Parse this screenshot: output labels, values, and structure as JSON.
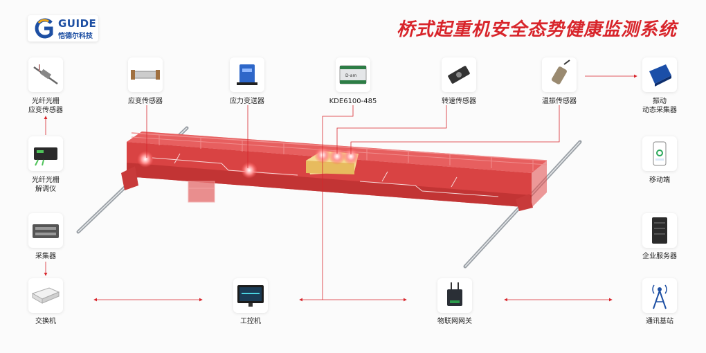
{
  "header": {
    "logo_text": "GUIDE",
    "logo_subtext": "恺德尔科技",
    "title": "桥式起重机安全态势健康监测系统"
  },
  "devices": {
    "fiber_strain_sensor": "光纤光栅\n应变传感器",
    "strain_sensor": "应变传感器",
    "stress_transmitter": "应力变送器",
    "kde_module": "KDE6100-485",
    "kde_module_screen_text": "D-am",
    "speed_sensor": "转速传感器",
    "temp_vib_sensor": "温振传感器",
    "vibration_collector": "振动\n动态采集器",
    "fiber_demodulator": "光纤光栅\n解调仪",
    "mobile": "移动端",
    "collector": "采集器",
    "enterprise_server": "企业服务器",
    "switch": "交换机",
    "ipc": "工控机",
    "iot_gateway": "物联网网关",
    "base_station": "通讯基站"
  },
  "colors": {
    "accent": "#d8252b",
    "crane": "#e04a4a",
    "crane_dark": "#c23434",
    "trolley": "#f3d487",
    "brand": "#1d4fa3"
  }
}
